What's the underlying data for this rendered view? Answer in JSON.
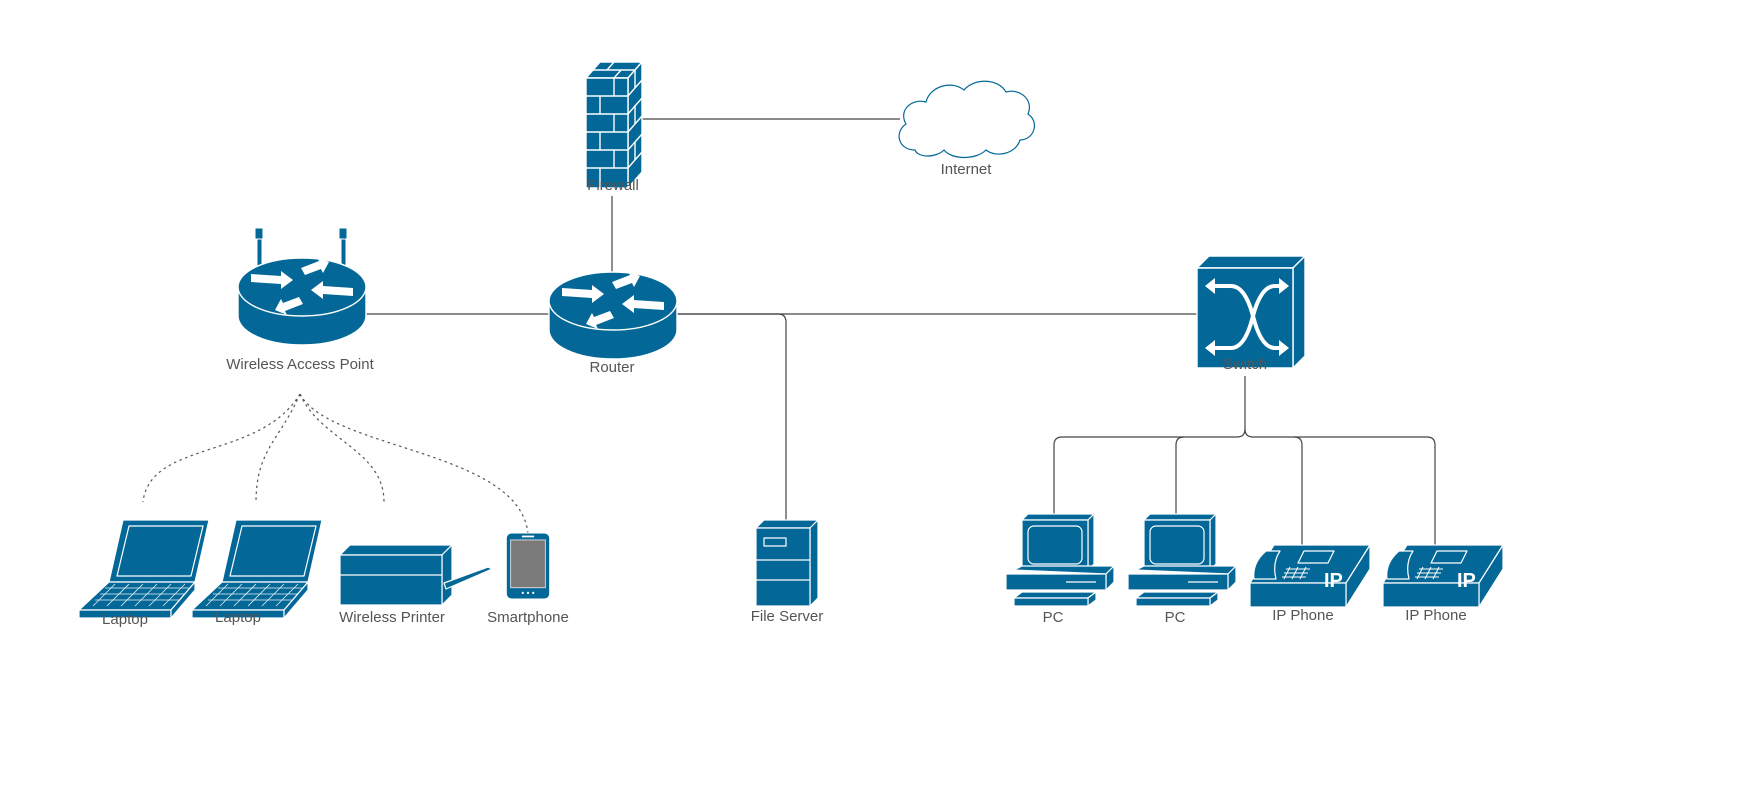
{
  "diagram": {
    "colors": {
      "device_fill": "#036897",
      "device_outline": "#ffffff",
      "cloud_stroke": "#036897",
      "link": "#444444",
      "label": "#555555"
    },
    "nodes": [
      {
        "id": "firewall",
        "icon": "firewall-icon",
        "label": "Firewall"
      },
      {
        "id": "internet",
        "icon": "cloud-icon",
        "label": "Internet"
      },
      {
        "id": "wap",
        "icon": "wireless-router-icon",
        "label": "Wireless Access Point"
      },
      {
        "id": "router",
        "icon": "router-icon",
        "label": "Router"
      },
      {
        "id": "switch",
        "icon": "switch-icon",
        "label": "Switch"
      },
      {
        "id": "laptop1",
        "icon": "laptop-icon",
        "label": "Laptop"
      },
      {
        "id": "laptop2",
        "icon": "laptop-icon",
        "label": "Laptop"
      },
      {
        "id": "printer",
        "icon": "printer-icon",
        "label": "Wireless Printer"
      },
      {
        "id": "smartphone",
        "icon": "smartphone-icon",
        "label": "Smartphone"
      },
      {
        "id": "fileserver",
        "icon": "server-icon",
        "label": "File Server"
      },
      {
        "id": "pc1",
        "icon": "pc-icon",
        "label": "PC"
      },
      {
        "id": "pc2",
        "icon": "pc-icon",
        "label": "PC"
      },
      {
        "id": "ipphone1",
        "icon": "ip-phone-icon",
        "label": "IP Phone"
      },
      {
        "id": "ipphone2",
        "icon": "ip-phone-icon",
        "label": "IP Phone"
      }
    ],
    "edges": [
      {
        "from": "firewall",
        "to": "internet",
        "style": "solid"
      },
      {
        "from": "firewall",
        "to": "router",
        "style": "solid"
      },
      {
        "from": "wap",
        "to": "router",
        "style": "solid"
      },
      {
        "from": "router",
        "to": "switch",
        "style": "solid"
      },
      {
        "from": "router",
        "to": "fileserver",
        "style": "solid"
      },
      {
        "from": "switch",
        "to": "pc1",
        "style": "solid"
      },
      {
        "from": "switch",
        "to": "pc2",
        "style": "solid"
      },
      {
        "from": "switch",
        "to": "ipphone1",
        "style": "solid"
      },
      {
        "from": "switch",
        "to": "ipphone2",
        "style": "solid"
      },
      {
        "from": "wap",
        "to": "laptop1",
        "style": "dotted"
      },
      {
        "from": "wap",
        "to": "laptop2",
        "style": "dotted"
      },
      {
        "from": "wap",
        "to": "printer",
        "style": "dotted"
      },
      {
        "from": "wap",
        "to": "smartphone",
        "style": "dotted"
      }
    ],
    "phone_badge": "IP"
  }
}
